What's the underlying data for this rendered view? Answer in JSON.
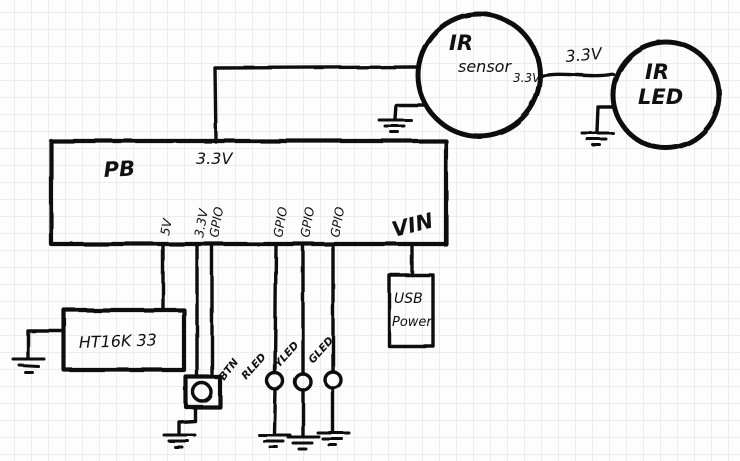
{
  "diagram": {
    "board": {
      "name": "PB",
      "top_rail_label": "3.3V"
    },
    "pins": [
      {
        "label": "5V"
      },
      {
        "label": "3.3V"
      },
      {
        "label": "GPIO"
      },
      {
        "label": "GPIO"
      },
      {
        "label": "GPIO"
      },
      {
        "label": "GPIO"
      },
      {
        "label": "VIN"
      }
    ],
    "ir_sensor": {
      "line1": "IR",
      "line2": "sensor",
      "pin_label": "3.3V"
    },
    "sensor_to_led_wire_label": "3.3V",
    "ir_led": {
      "line1": "IR",
      "line2": "LED"
    },
    "ht16k33_label": "HT16K 33",
    "button_label": "BTN",
    "usb_power": {
      "line1": "USB",
      "line2": "Power"
    },
    "leds": [
      {
        "label": "RLED"
      },
      {
        "label": "YLED"
      },
      {
        "label": "GLED"
      }
    ]
  },
  "colors": {
    "ink": "#111111",
    "paper": "#fdfdfd",
    "grid": "#ececec"
  }
}
